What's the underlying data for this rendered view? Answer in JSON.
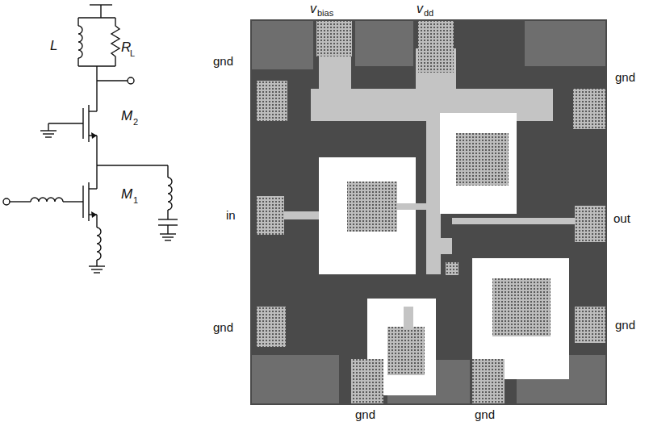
{
  "diagram": {
    "labels": [
      "L",
      "R",
      "L",
      "M",
      "2",
      "M",
      "1",
      "v",
      "bias",
      "v",
      "dd",
      "gnd",
      "gnd",
      "in",
      "out",
      "gnd",
      "gnd",
      "gnd",
      "gnd"
    ]
  }
}
